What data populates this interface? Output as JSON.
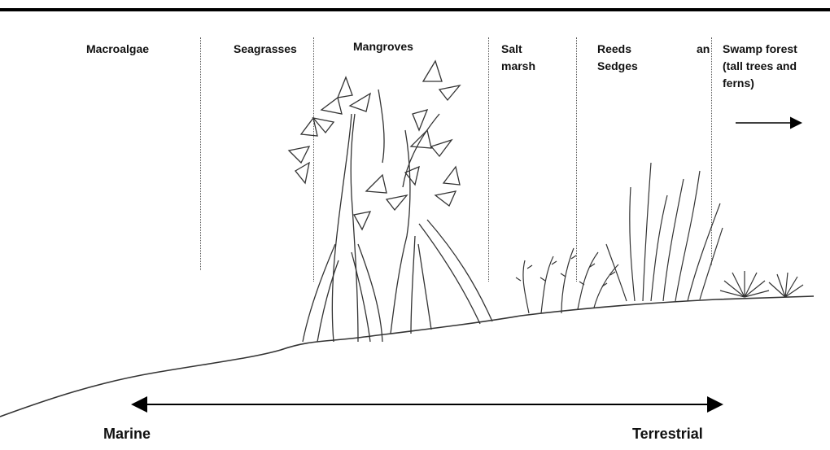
{
  "zones": {
    "macroalgae": "Macroalgae",
    "seagrasses": "Seagrasses",
    "mangroves": "Mangroves",
    "salt_marsh": "Salt\nmarsh",
    "reeds_sedges": "Reeds\nSedges",
    "reeds_sedges_and": "an",
    "swamp_forest": "Swamp  forest\n(tall trees and\nferns)"
  },
  "gradient": {
    "left_label": "Marine",
    "right_label": "Terrestrial"
  }
}
